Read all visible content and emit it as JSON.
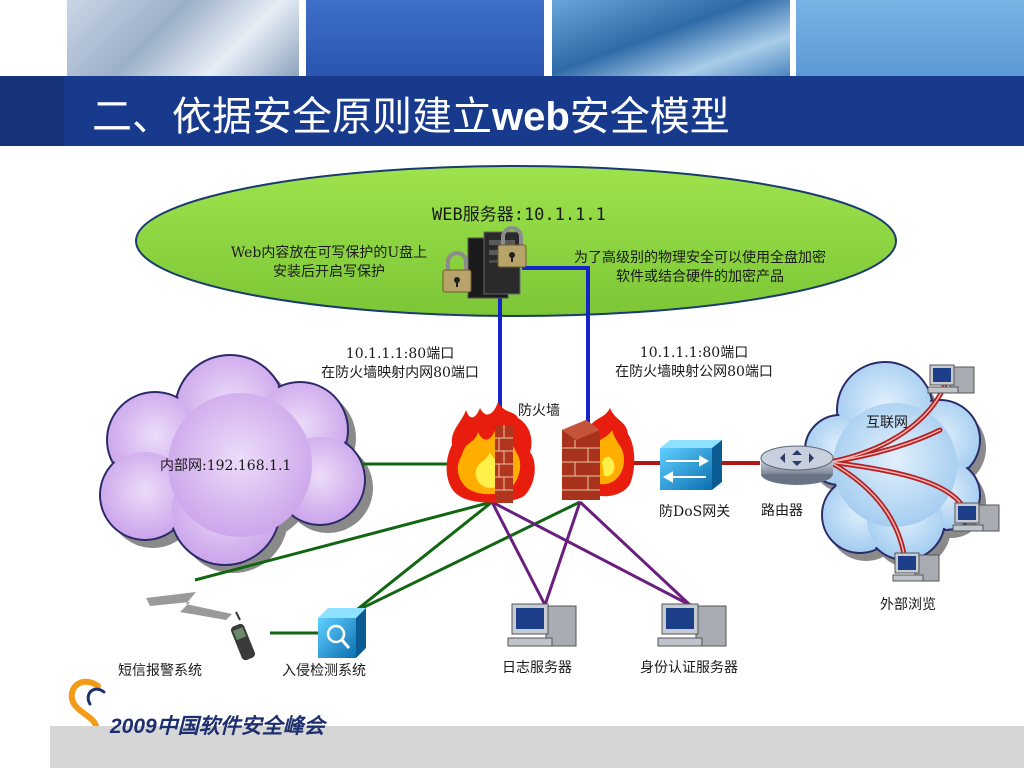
{
  "slide": {
    "title_prefix": "二、依据安全原则建立",
    "title_bold": "web",
    "title_suffix": "安全模型",
    "footer_text": "2009中国软件安全峰会"
  },
  "diagram": {
    "server_label": "WEB服务器:10.1.1.1",
    "note_left_line1": "Web内容放在可写保护的U盘上",
    "note_left_line2": "安装后开启写保护",
    "note_right_line1": "为了高级别的物理安全可以使用全盘加密",
    "note_right_line2": "软件或结合硬件的加密产品",
    "port_left_line1": "10.1.1.1:80端口",
    "port_left_line2": "在防火墙映射内网80端口",
    "port_right_line1": "10.1.1.1:80端口",
    "port_right_line2": "在防火墙映射公网80端口",
    "firewall_label": "防火墙",
    "intranet_label": "内部网:192.168.1.1",
    "internet_label": "互联网",
    "dos_gateway_label": "防DoS网关",
    "router_label": "路由器",
    "external_browse_label": "外部浏览",
    "sms_alarm_label": "短信报警系统",
    "ids_label": "入侵检测系统",
    "log_server_label": "日志服务器",
    "auth_server_label": "身份认证服务器"
  },
  "colors": {
    "title_bg": "#183a8c",
    "ellipse_fill": "#8fd642",
    "intranet_cloud": "#d8b6ef",
    "internet_cloud": "#bcdcf5",
    "link_blue": "#1424c8",
    "link_green": "#126612",
    "link_purple": "#6a1f7e",
    "link_red": "#b01818"
  }
}
